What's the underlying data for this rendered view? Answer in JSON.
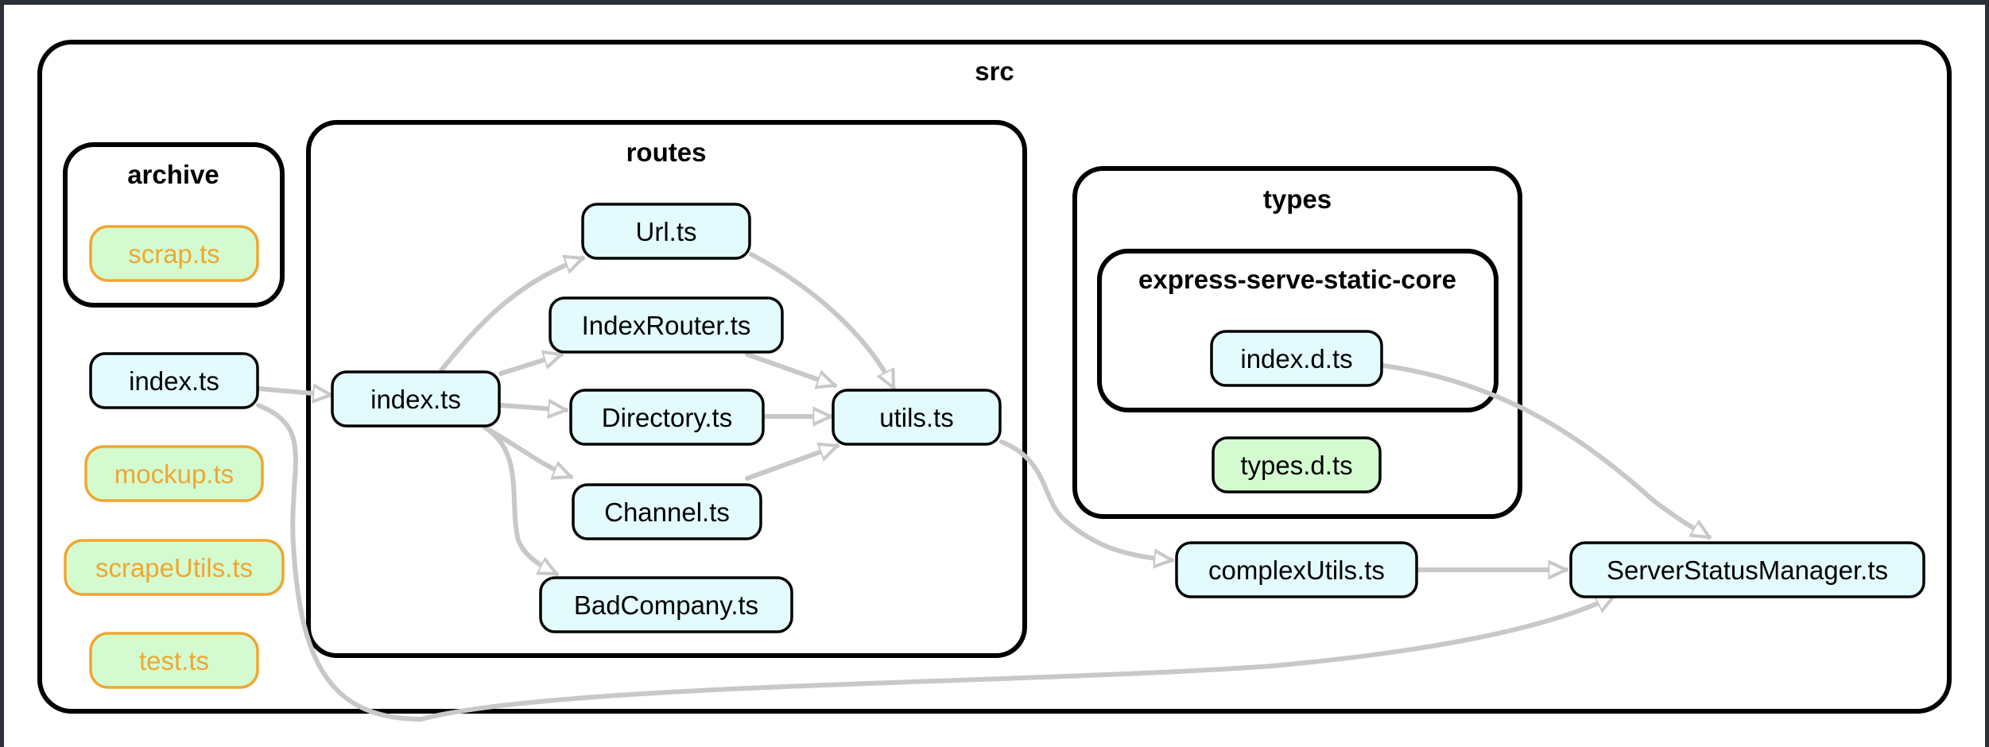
{
  "clusters": {
    "src": "src",
    "archive": "archive",
    "routes": "routes",
    "types": "types",
    "express": "express-serve-static-core"
  },
  "nodes": {
    "scrap": "scrap.ts",
    "src_index": "index.ts",
    "mockup": "mockup.ts",
    "scrapeUtils": "scrapeUtils.ts",
    "test": "test.ts",
    "routes_index": "index.ts",
    "url": "Url.ts",
    "indexRouter": "IndexRouter.ts",
    "directory": "Directory.ts",
    "channel": "Channel.ts",
    "badCompany": "BadCompany.ts",
    "utils": "utils.ts",
    "index_d": "index.d.ts",
    "types_d": "types.d.ts",
    "complexUtils": "complexUtils.ts",
    "serverStatusManager": "ServerStatusManager.ts"
  },
  "colors": {
    "module_fill": "#e3fbfd",
    "declaration_fill": "#d4fbd0",
    "orphan_text": "#f0a630",
    "edge": "#c8c8c8"
  }
}
